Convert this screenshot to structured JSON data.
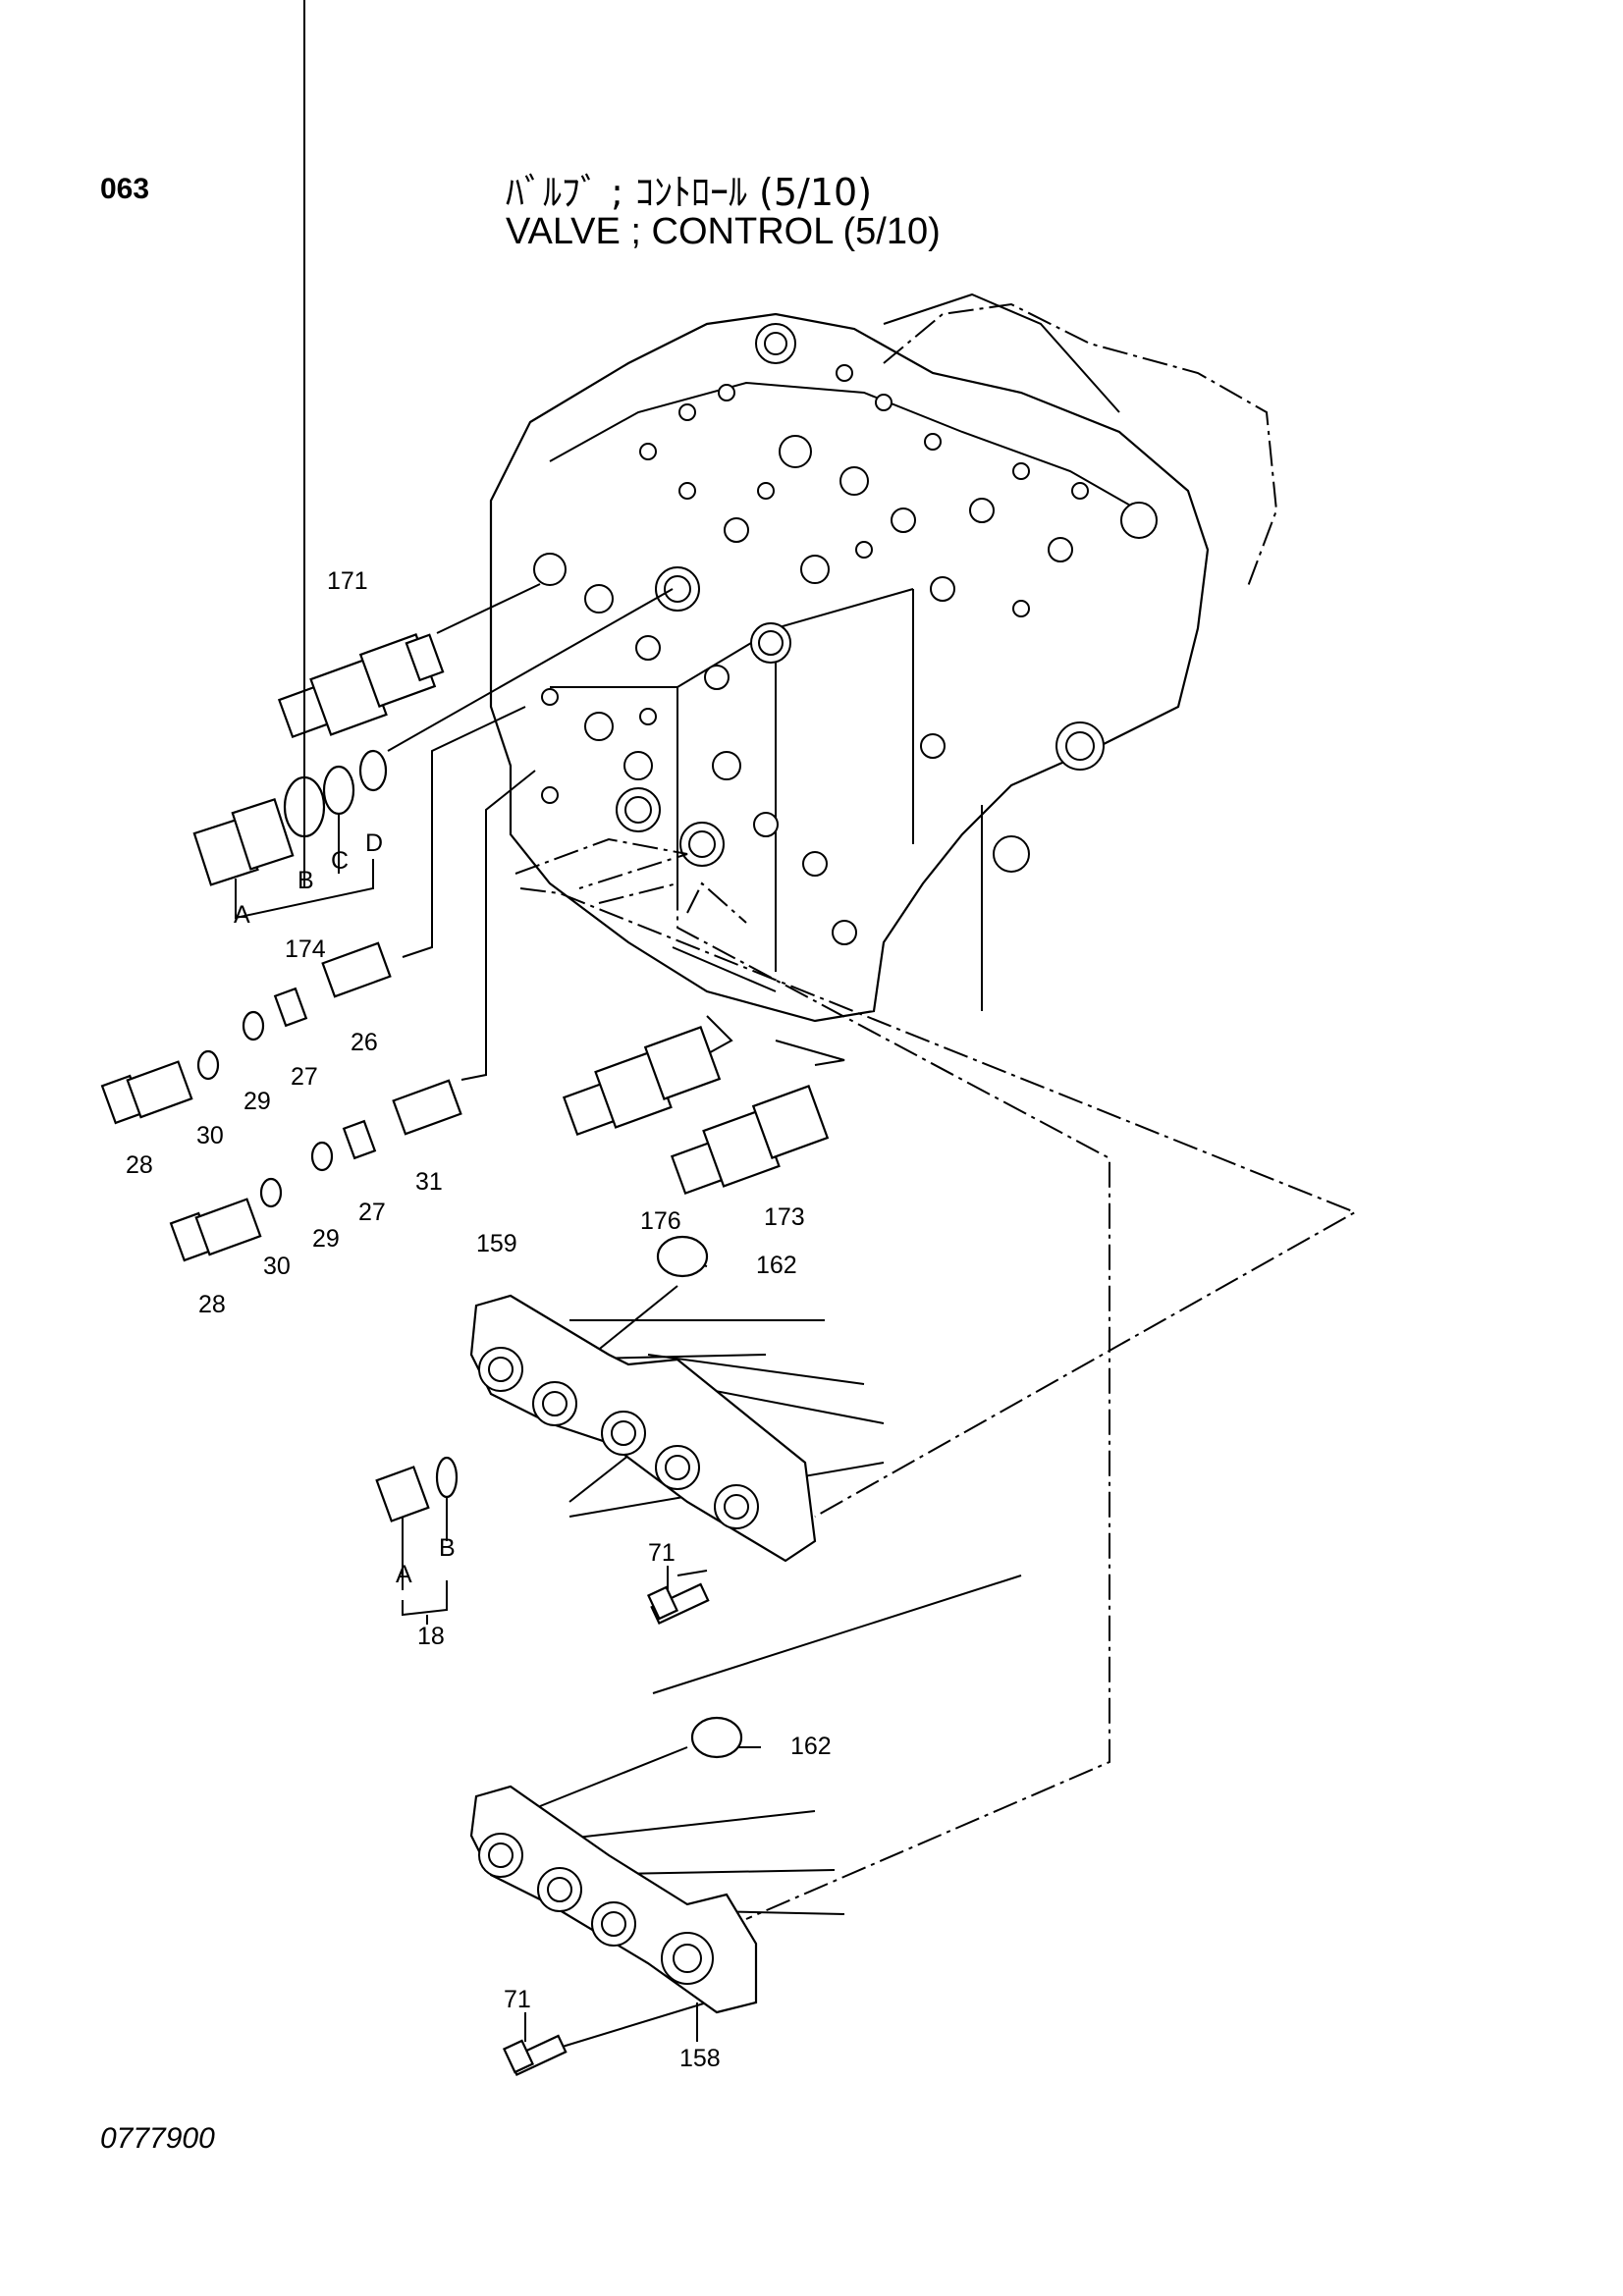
{
  "header": {
    "page_number": "063",
    "title_jp": "ﾊﾞﾙﾌﾞ ; ｺﾝﾄﾛｰﾙ (5/10)",
    "title_en": "VALVE ; CONTROL (5/10)"
  },
  "footer": {
    "drawing_number": "0777900"
  },
  "callouts": {
    "c171": "171",
    "c174": "174",
    "c26": "26",
    "c27a": "27",
    "c27b": "27",
    "c29a": "29",
    "c29b": "29",
    "c30a": "30",
    "c30b": "30",
    "c28a": "28",
    "c28b": "28",
    "c31": "31",
    "c176": "176",
    "c173": "173",
    "c159": "159",
    "c162a": "162",
    "c162b": "162",
    "c71a": "71",
    "c71b": "71",
    "c18": "18",
    "c158": "158",
    "a174_A": "A",
    "a174_B": "B",
    "a174_C": "C",
    "a174_D": "D",
    "a18_A": "A",
    "a18_B": "B"
  }
}
